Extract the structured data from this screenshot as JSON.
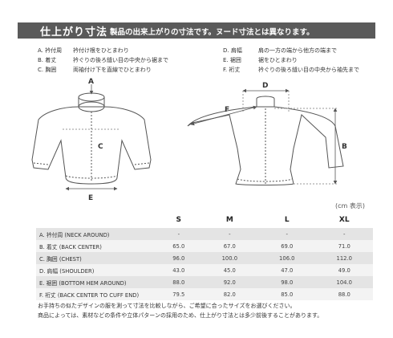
{
  "header": {
    "title": "仕上がり寸法",
    "subtitle": "製品の出来上がりの寸法です。ヌード寸法とは異なります。"
  },
  "definitions": {
    "left": [
      {
        "key": "A. 衿付周",
        "desc": "衿付け根をひとまわり"
      },
      {
        "key": "B. 着丈",
        "desc": "衿ぐりの後ろ縫い目の中央から裾まで"
      },
      {
        "key": "C. 胸囲",
        "desc": "両袖付け下を直線でひとまわり"
      }
    ],
    "right": [
      {
        "key": "D. 肩幅",
        "desc": "肩の一方の端から他方の端まで"
      },
      {
        "key": "E. 裾囲",
        "desc": "裾をひとまわり"
      },
      {
        "key": "F. 裄丈",
        "desc": "衿ぐりの後ろ縫い目の中央から袖先まで"
      }
    ]
  },
  "diagram": {
    "labels": {
      "a": "A",
      "b": "B",
      "c": "C",
      "d": "D",
      "e": "E",
      "f": "F"
    }
  },
  "unit_note": "(cm 表示)",
  "table": {
    "sizes": [
      "S",
      "M",
      "L",
      "XL"
    ],
    "rows": [
      {
        "label": "A. 衿付周 (NECK AROUND)",
        "values": [
          "-",
          "-",
          "-",
          "-"
        ]
      },
      {
        "label": "B. 着丈 (BACK CENTER)",
        "values": [
          "65.0",
          "67.0",
          "69.0",
          "71.0"
        ]
      },
      {
        "label": "C. 胸囲 (CHEST)",
        "values": [
          "96.0",
          "100.0",
          "106.0",
          "112.0"
        ]
      },
      {
        "label": "D. 肩幅 (SHOULDER)",
        "values": [
          "43.0",
          "45.0",
          "47.0",
          "49.0"
        ]
      },
      {
        "label": "E. 裾囲 (BOTTOM HEM AROUND)",
        "values": [
          "88.0",
          "92.0",
          "98.0",
          "104.0"
        ]
      },
      {
        "label": "F. 裄丈 (BACK CENTER TO CUFF END)",
        "values": [
          "79.5",
          "82.0",
          "85.0",
          "88.0"
        ]
      }
    ]
  },
  "notes": [
    "お手持ちの似たデザインの服を測って寸法を比較しながら、ご希望に合ったサイズをお選びください。",
    "商品によっては、素材などの条件や立体パターンの採用のため、仕上がり寸法とは多少前後することがあります。"
  ]
}
